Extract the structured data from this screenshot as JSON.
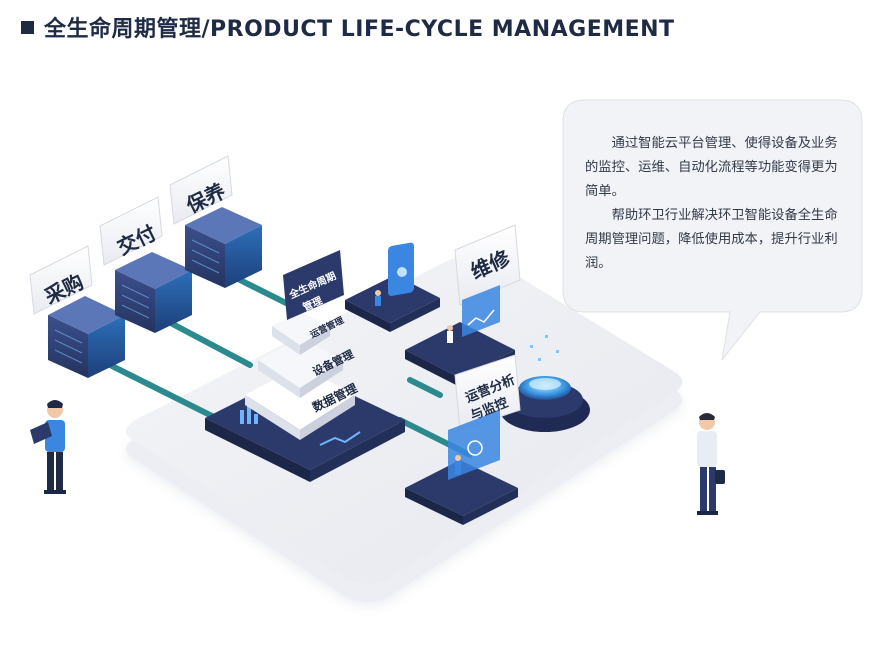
{
  "header": {
    "title": "全生命周期管理/PRODUCT LIFE-CYCLE MANAGEMENT"
  },
  "illustration": {
    "tag_purchase": "采购",
    "tag_delivery": "交付",
    "tag_warranty": "保养",
    "tag_maintenance": "维修",
    "pyramid_top": "全生命周期",
    "pyramid_top2": "管理",
    "pyramid_level1": "运营管理",
    "pyramid_level2": "设备管理",
    "pyramid_level3": "数据管理",
    "tag_analysis_line1": "运营分析",
    "tag_analysis_line2": "与监控"
  },
  "bubble": {
    "paragraph1": "通过智能云平台管理、使得设备及业务的监控、运维、自动化流程等功能变得更为简单。",
    "paragraph2": "帮助环卫行业解决环卫智能设备全生命周期管理问题，降低使用成本，提升行业利润。"
  },
  "colors": {
    "navy": "#1f2a44",
    "accent_blue": "#3a86e0",
    "dark_panel": "#2c3a6b",
    "teal_line": "#2a8a8e"
  }
}
